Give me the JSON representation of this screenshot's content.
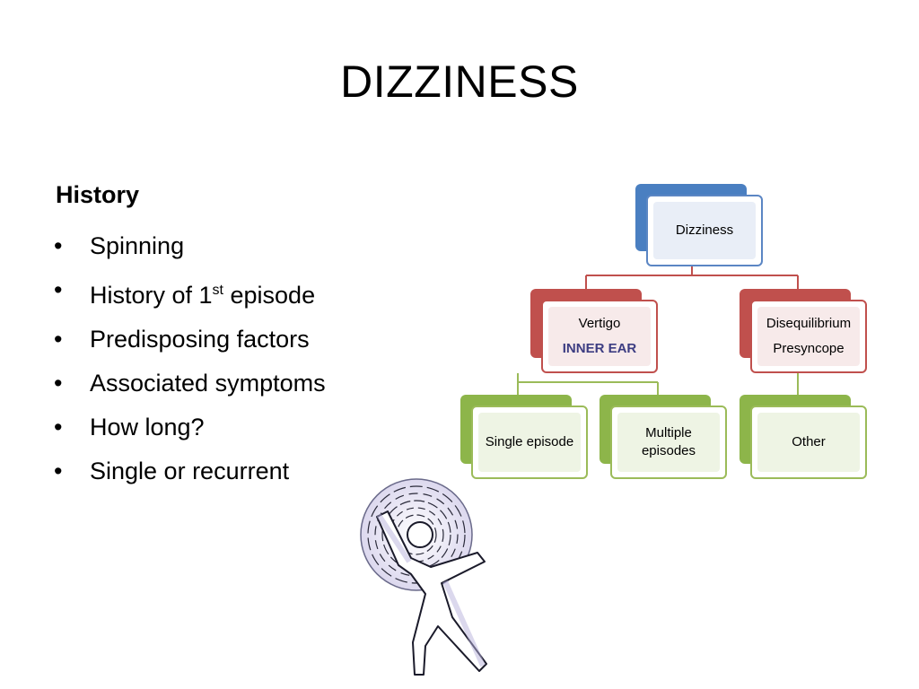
{
  "slide": {
    "title": "DIZZINESS",
    "section_heading": "History",
    "bullet_char": "•",
    "bullets": [
      {
        "text": "Spinning"
      },
      {
        "text_before": "History of 1",
        "sup": "st",
        "text_after": " episode"
      },
      {
        "text": "Predisposing factors"
      },
      {
        "text": "Associated symptoms"
      },
      {
        "text": "How long?"
      },
      {
        "text": "Single or recurrent"
      }
    ]
  },
  "diagram": {
    "root": {
      "label": "Dizziness"
    },
    "level1": [
      {
        "label": "Vertigo",
        "sublabel": "INNER EAR"
      },
      {
        "label": "Disequilibrium",
        "sublabel": "Presyncope"
      }
    ],
    "level2": [
      {
        "label": "Single episode"
      },
      {
        "label": "Multiple episodes"
      },
      {
        "label": "Other"
      }
    ]
  },
  "colors": {
    "root": "#4a7fc1",
    "level1": "#c0504d",
    "level2": "#9bbb59",
    "sublabel": "#3d3d82"
  },
  "illustration": {
    "icon": "dizzy-person-icon"
  }
}
